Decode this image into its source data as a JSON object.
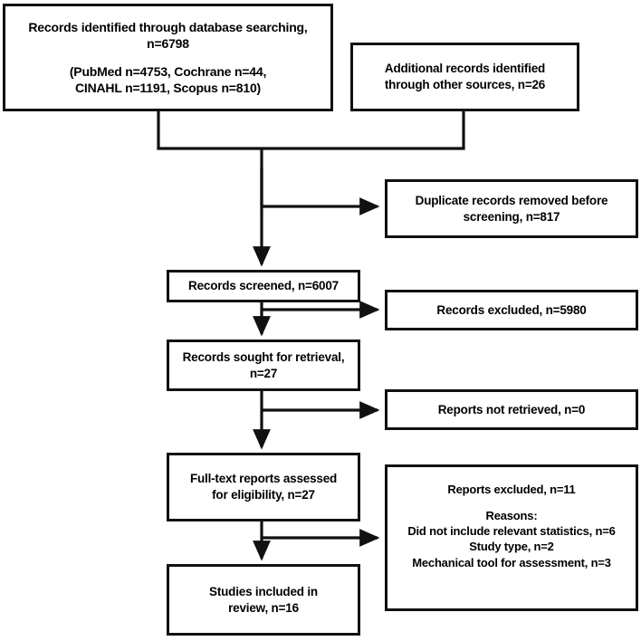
{
  "diagram": {
    "title": "PRISMA study selection flow diagram",
    "type": "flowchart",
    "background_color": "#ffffff",
    "line_color": "#111111",
    "text_color": "#000000",
    "nodes": [
      {
        "id": "identified-database",
        "name": "records-identified-database-box",
        "lines": [
          "Records identified through database searching,",
          "n=6798",
          "",
          "(PubMed n=4753, Cochrane n=44,",
          "CINAHL n=1191, Scopus n=810)"
        ]
      },
      {
        "id": "identified-other",
        "name": "additional-records-other-sources-box",
        "lines": [
          "Additional records identified",
          "through other sources, n=26"
        ]
      },
      {
        "id": "duplicates-removed",
        "name": "duplicate-records-removed-box",
        "lines": [
          "Duplicate records removed before",
          "screening, n=817"
        ]
      },
      {
        "id": "records-screened",
        "name": "records-screened-box",
        "lines": [
          "Records screened, n=6007"
        ]
      },
      {
        "id": "records-excluded",
        "name": "records-excluded-box",
        "lines": [
          "Records excluded, n=5980"
        ]
      },
      {
        "id": "records-sought",
        "name": "records-sought-for-retrieval-box",
        "lines": [
          "Records sought for retrieval,",
          "n=27"
        ]
      },
      {
        "id": "reports-not-retrieved",
        "name": "reports-not-retrieved-box",
        "lines": [
          "Reports not retrieved, n=0"
        ]
      },
      {
        "id": "fulltext-assessed",
        "name": "full-text-reports-assessed-box",
        "lines": [
          "Full-text reports assessed",
          "for eligibility, n=27"
        ]
      },
      {
        "id": "reports-excluded",
        "name": "reports-excluded-box",
        "lines": [
          "Reports excluded, n=11",
          "",
          "Reasons:",
          "Did not include relevant statistics, n=6",
          "Study type, n=2",
          "Mechanical tool for assessment, n=3"
        ]
      },
      {
        "id": "studies-included",
        "name": "studies-included-in-review-box",
        "lines": [
          "Studies included in",
          "review, n=16"
        ]
      }
    ],
    "counts": {
      "records_identified_database": 6798,
      "pubmed": 4753,
      "cochrane": 44,
      "cinahl": 1191,
      "scopus": 810,
      "additional_other_sources": 26,
      "duplicates_removed": 817,
      "records_screened": 6007,
      "records_excluded": 5980,
      "records_sought_for_retrieval": 27,
      "reports_not_retrieved": 0,
      "full_text_assessed": 27,
      "reports_excluded": 11,
      "excluded_no_relevant_statistics": 6,
      "excluded_study_type": 2,
      "excluded_mechanical_tool": 3,
      "studies_included": 16
    }
  }
}
